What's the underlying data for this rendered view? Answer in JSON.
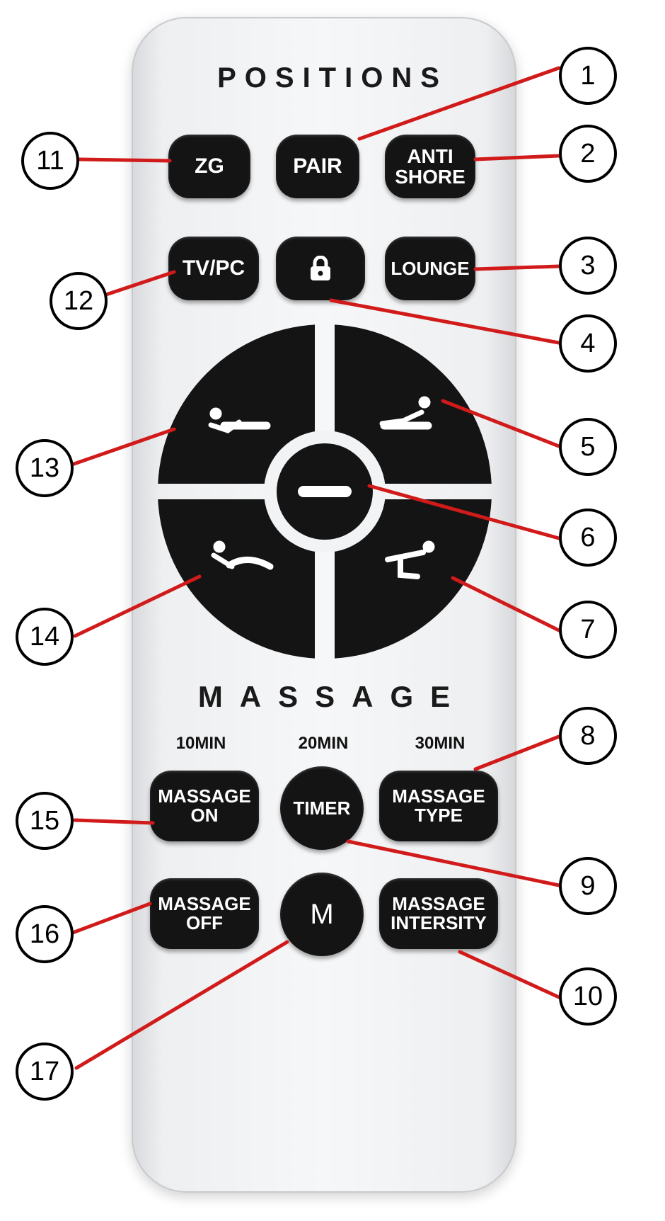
{
  "titles": {
    "positions": "POSITIONS",
    "massage": "MASSAGE"
  },
  "buttons": {
    "zg": "ZG",
    "pair": "PAIR",
    "anti_snore": [
      "ANTI",
      "SHORE"
    ],
    "tv_pc": "TV/PC",
    "lounge": "LOUNGE",
    "flat": "—",
    "massage_on": [
      "MASSAGE",
      "ON"
    ],
    "timer": "TIMER",
    "massage_type": [
      "MASSAGE",
      "TYPE"
    ],
    "massage_off": [
      "MASSAGE",
      "OFF"
    ],
    "memory": "M",
    "massage_intensity": [
      "MASSAGE",
      "INTERSITY"
    ]
  },
  "timer_labels": [
    "10MIN",
    "20MIN",
    "30MIN"
  ],
  "callouts": [
    "1",
    "2",
    "3",
    "4",
    "5",
    "6",
    "7",
    "8",
    "9",
    "10",
    "11",
    "12",
    "13",
    "14",
    "15",
    "16",
    "17"
  ],
  "icons": {
    "lock": "lock-icon",
    "q1": "reclined-legs-up-icon",
    "q2": "head-up-icon",
    "q3": "recline-icon",
    "q4": "zero-gravity-icon"
  },
  "colors": {
    "button": "#141414",
    "leader": "#d11a1a",
    "body": "#f2f3f4"
  }
}
